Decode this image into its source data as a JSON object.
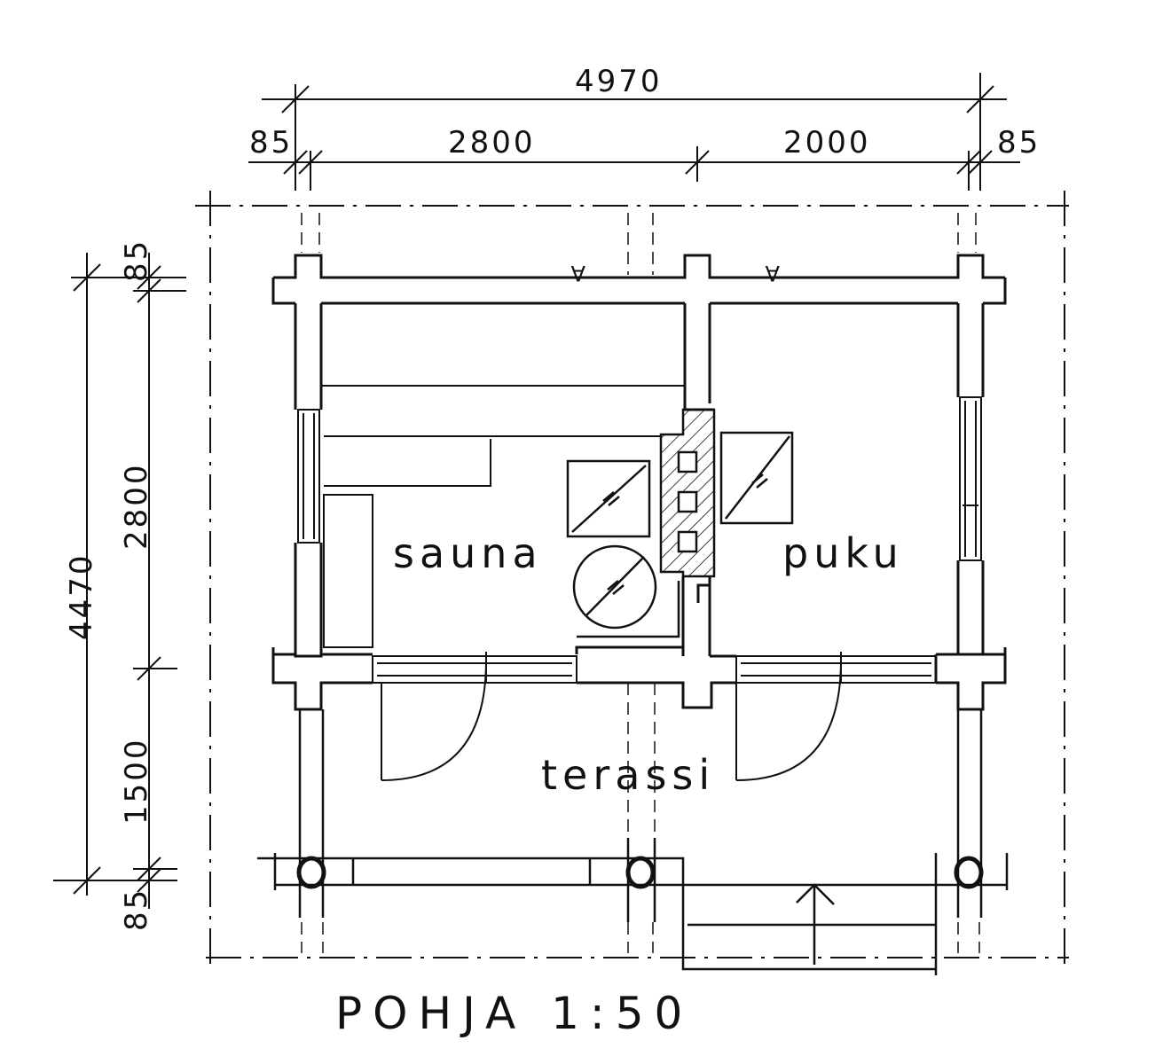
{
  "dimensions": {
    "total_width": "4970",
    "left_edge": "85",
    "left_span": "2800",
    "right_span": "2000",
    "right_edge": "85",
    "total_depth": "4470",
    "top_edge": "85",
    "room_depth": "2800",
    "terrace_depth": "1500",
    "bottom_edge": "85"
  },
  "rooms": {
    "sauna": "sauna",
    "puku": "puku",
    "terassi": "terassi"
  },
  "section_marker": "A",
  "title": "POHJA 1:50",
  "colors": {
    "ink": "#111111",
    "background": "#ffffff"
  }
}
